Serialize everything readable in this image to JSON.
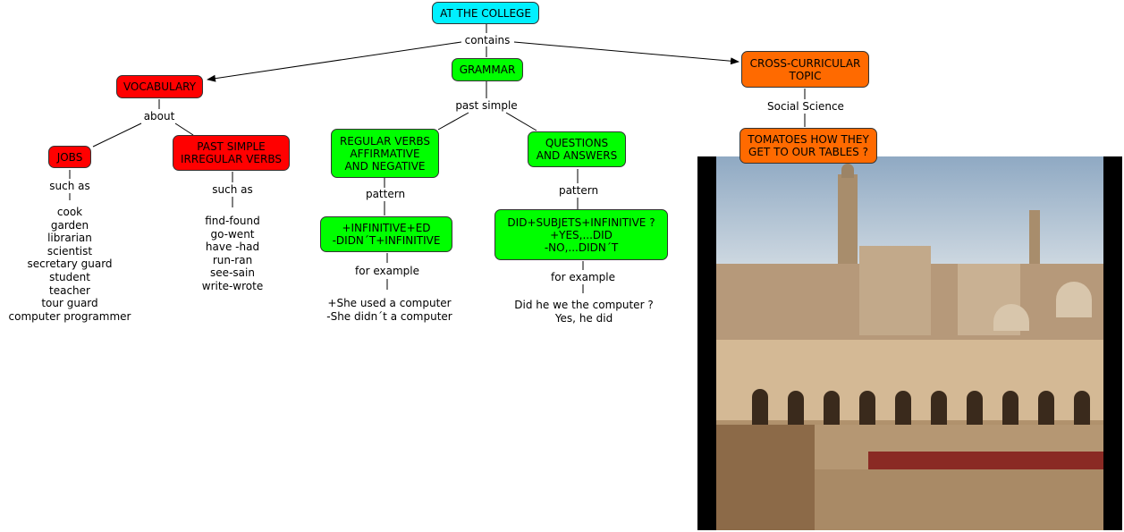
{
  "nodes": {
    "root": "AT THE COLLEGE",
    "vocabulary": "VOCABULARY",
    "grammar": "GRAMMAR",
    "crosscurricular_line1": "CROSS-CURRICULAR",
    "crosscurricular_line2": "TOPIC",
    "jobs": "JOBS",
    "past_irregular_line1": "PAST SIMPLE",
    "past_irregular_line2": "IRREGULAR VERBS",
    "regular_line1": "REGULAR VERBS",
    "regular_line2": "AFFIRMATIVE",
    "regular_line3": "AND NEGATIVE",
    "questions_line1": "QUESTIONS",
    "questions_line2": "AND ANSWERS",
    "pattern1_line1": "+INFINITIVE+ED",
    "pattern1_line2": "-DIDN´T+INFINITIVE",
    "pattern2_line1": "DID+SUBJETS+INFINITIVE ?",
    "pattern2_line2": "+YES,...DID",
    "pattern2_line3": "-NO,...DIDN´T",
    "tomatoes_line1": "TOMATOES HOW THEY",
    "tomatoes_line2": "GET TO OUR TABLES ?"
  },
  "links": {
    "contains": "contains",
    "about": "about",
    "past_simple": "past simple",
    "social_science": "Social Science",
    "such_as_jobs": "such as",
    "such_as_verbs": "such as",
    "pattern_left": "pattern",
    "pattern_right": "pattern",
    "for_example_left": "for example",
    "for_example_right": "for example"
  },
  "jobs_list": [
    "cook",
    "garden",
    "librarian",
    "scientist",
    "secretary guard",
    "student",
    "teacher",
    "tour guard",
    "computer programmer"
  ],
  "verbs_list": [
    "find-found",
    "go-went",
    "have -had",
    "run-ran",
    "see-sain",
    "write-wrote"
  ],
  "example_left": [
    "+She used a computer",
    "-She didn´t a computer"
  ],
  "example_right": [
    "Did he we the computer ?",
    "Yes, he did"
  ],
  "colors": {
    "root": "#00f0ff",
    "vocabulary_branch": "#ff0000",
    "grammar_branch": "#00ff00",
    "crosscurricular_branch": "#ff6a00"
  }
}
